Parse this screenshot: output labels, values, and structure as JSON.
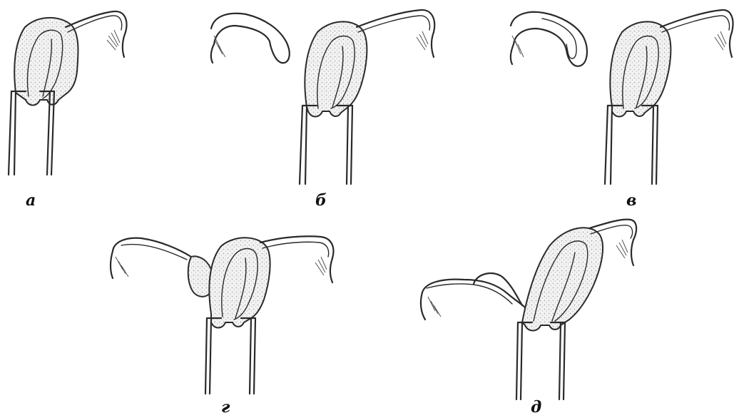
{
  "panels": [
    {
      "id": "a",
      "label": "а"
    },
    {
      "id": "b",
      "label": "б"
    },
    {
      "id": "v",
      "label": "в"
    },
    {
      "id": "g",
      "label": "г"
    },
    {
      "id": "d",
      "label": "д"
    }
  ],
  "colors": {
    "line": "#2a2a2a",
    "stipple": "#bdbdbd",
    "background": "#ffffff"
  }
}
